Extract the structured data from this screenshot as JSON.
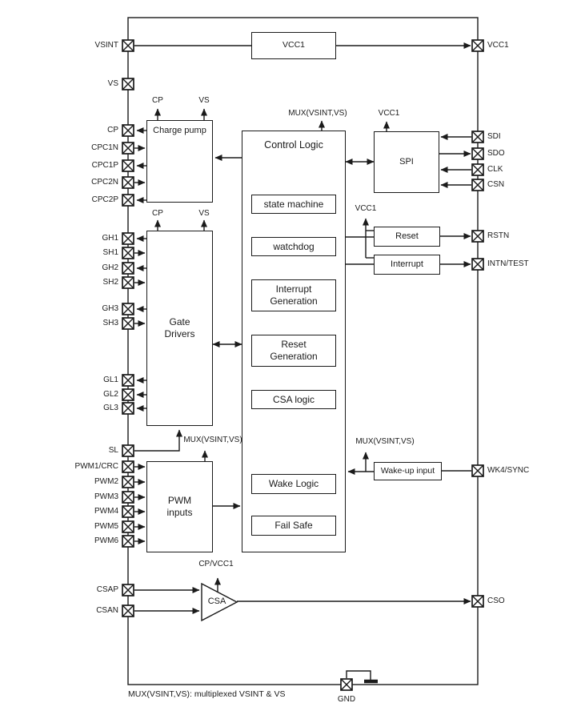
{
  "pins": {
    "left": {
      "vsint": "VSINT",
      "vs": "VS",
      "cp": "CP",
      "cpc1n": "CPC1N",
      "cpc1p": "CPC1P",
      "cpc2n": "CPC2N",
      "cpc2p": "CPC2P",
      "gh1": "GH1",
      "sh1": "SH1",
      "gh2": "GH2",
      "sh2": "SH2",
      "gh3": "GH3",
      "sh3": "SH3",
      "gl1": "GL1",
      "gl2": "GL2",
      "gl3": "GL3",
      "sl": "SL",
      "pwm1": "PWM1/CRC",
      "pwm2": "PWM2",
      "pwm3": "PWM3",
      "pwm4": "PWM4",
      "pwm5": "PWM5",
      "pwm6": "PWM6",
      "csap": "CSAP",
      "csan": "CSAN"
    },
    "right": {
      "vcc1": "VCC1",
      "sdi": "SDI",
      "sdo": "SDO",
      "clk": "CLK",
      "csn": "CSN",
      "rstn": "RSTN",
      "intn_test": "INTN/TEST",
      "wk4_sync": "WK4/SYNC",
      "cso": "CSO"
    },
    "bottom": {
      "gnd": "GND"
    }
  },
  "blocks": {
    "vcc1_regulator": "VCC1",
    "charge_pump": "Charge pump",
    "gate_drivers": "Gate Drivers",
    "pwm_inputs": "PWM inputs",
    "control_logic": "Control Logic",
    "state_machine": "state machine",
    "watchdog": "watchdog",
    "interrupt_generation": "Interrupt Generation",
    "reset_generation": "Reset Generation",
    "csa_logic": "CSA logic",
    "wake_logic": "Wake Logic",
    "fail_safe": "Fail Safe",
    "spi": "SPI",
    "reset": "Reset",
    "interrupt": "Interrupt",
    "wakeup_input": "Wake-up input",
    "csa": "CSA"
  },
  "rails": {
    "charge_pump_cp": "CP",
    "charge_pump_vs": "VS",
    "gate_cp": "CP",
    "gate_vs": "VS",
    "control_mux": "MUX(VSINT,VS)",
    "spi_vcc1": "VCC1",
    "reset_vcc1": "VCC1",
    "sl_mux": "MUX(VSINT,VS)",
    "wakeup_mux": "MUX(VSINT,VS)",
    "csa_supply": "CP/VCC1"
  },
  "note": "MUX(VSINT,VS): multiplexed VSINT & VS",
  "colors": {
    "line": "#1b1b1b",
    "background": "#ffffff"
  }
}
